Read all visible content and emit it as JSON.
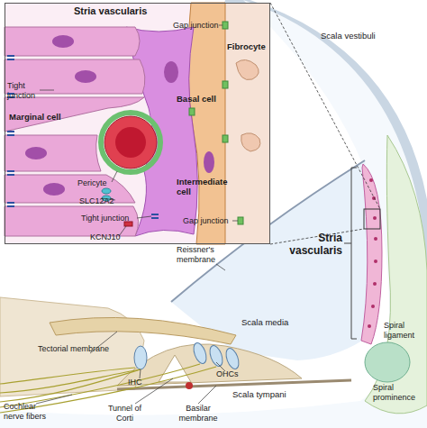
{
  "diagram": {
    "nodes": [
      {
        "text": [
          "Stria vascularis"
        ]
      }
    ],
    "labels": [
      "Gap junction",
      "Fibrocyte",
      "Tight junction",
      "Marginal cell",
      "Basal cell",
      "Pericyte",
      "SLC12A2",
      "Tight junction",
      "Intermediate cell",
      "Gap junction",
      "KCNJ10",
      "Scala vestibuli",
      "Reissner's membrane",
      "Stria vascularis",
      "Spiral ligament",
      "Scala media",
      "Spiral prominence",
      "Tectorial membrane",
      "OHCs",
      "IHC",
      "Tunnel of Corti",
      "Basilar membrane",
      "Scala tympani",
      "Cochlear nerve fibers"
    ]
  }
}
